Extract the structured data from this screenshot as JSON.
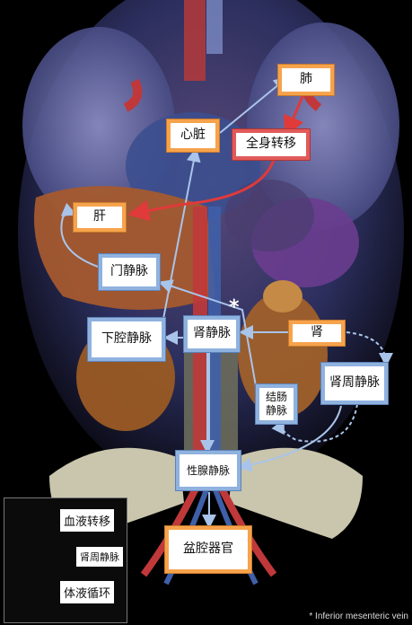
{
  "nodes": {
    "lung": "肺",
    "heart": "心脏",
    "systemic_metastasis": "全身转移",
    "liver": "肝",
    "portal_vein": "门静脉",
    "ivc": "下腔静脉",
    "renal_vein": "肾静脉",
    "kidney": "肾",
    "perirenal_vein": "肾周静脉",
    "colic_vein_line1": "结肠",
    "colic_vein_line2": "静脉",
    "gonadal_vein": "性腺静脉",
    "pelvic_organs": "盆腔器官"
  },
  "legend": {
    "blood": "血液转移",
    "perirenal": "肾周静脉",
    "lymph": "体液循环"
  },
  "asterisk": "*",
  "footnote": "* Inferior mesenteric vein",
  "colors": {
    "blood_arrow": "#8fb2df",
    "lymph_arrow": "#e03a3a",
    "orange_border": "#f6a34c",
    "blue_border": "#8fb2df"
  }
}
